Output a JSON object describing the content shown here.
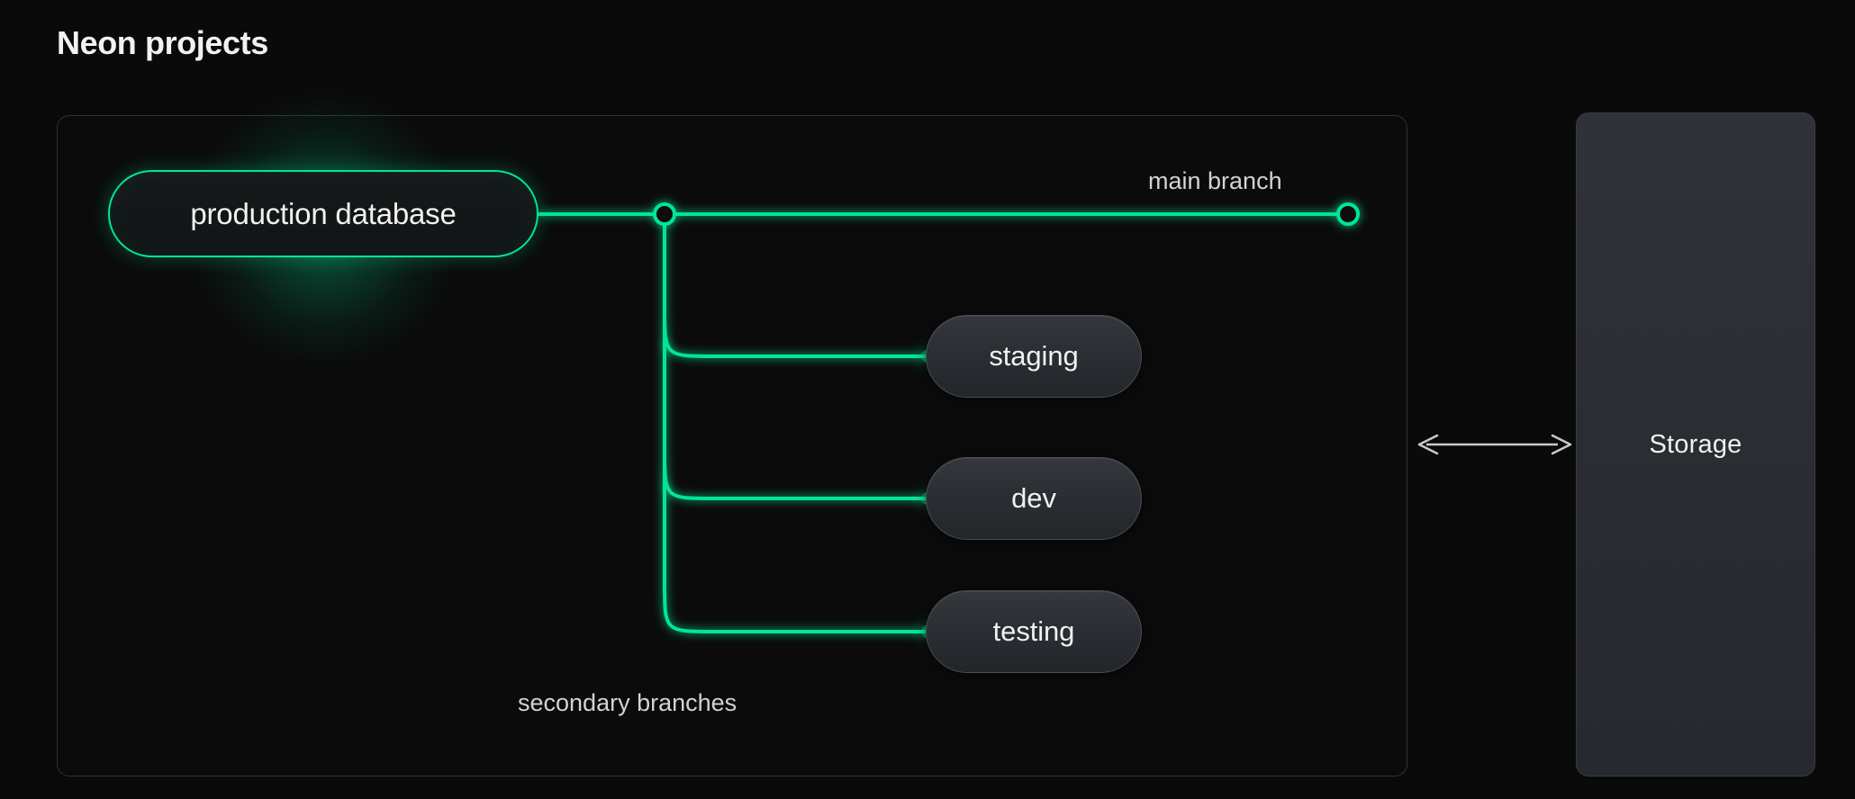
{
  "page": {
    "title": "Neon projects",
    "background_color": "#0a0a0a",
    "accent_green": "#00E599",
    "text_color": "#f1f1f1",
    "muted_text_color": "#d2d3d5",
    "border_color": "#2e3137"
  },
  "project_card": {
    "name": "neon-project-container"
  },
  "primary_node": {
    "label": "production database",
    "style": "green-outlined-pill-with-glow",
    "border_color": "#00E599"
  },
  "main_branch": {
    "label": "main branch",
    "line_color": "#00E599",
    "start_marker": "open-circle-junction",
    "end_marker": "open-circle-endpoint"
  },
  "secondary_branches": {
    "label": "secondary branches",
    "connector_style": "dashed-vertical",
    "items": [
      {
        "label": "staging"
      },
      {
        "label": "dev"
      },
      {
        "label": "testing"
      }
    ]
  },
  "storage": {
    "label": "Storage",
    "connector": "double-headed-arrow",
    "panel_color": "#2b2e33"
  }
}
